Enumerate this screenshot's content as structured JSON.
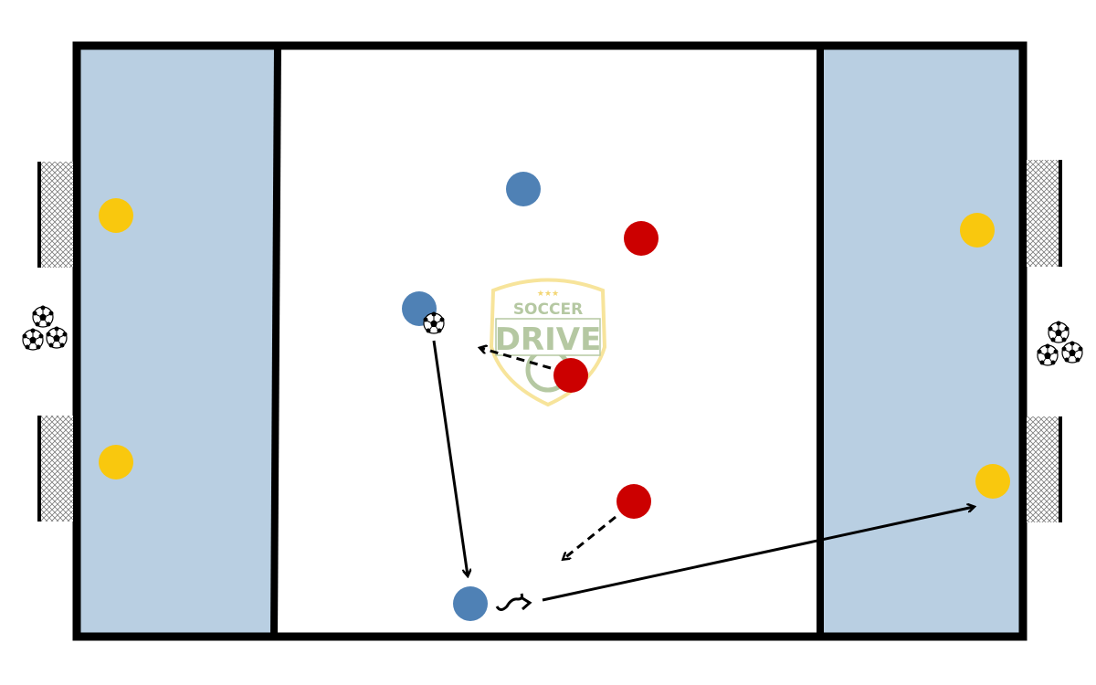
{
  "diagram": {
    "title": "Soccer drill diagram",
    "logo": {
      "line1": "SOCCER",
      "line2": "DRIVE",
      "stars": "★★★"
    },
    "colors": {
      "zone_fill": "#b9cfe2",
      "yellow_player": "#f9c80e",
      "blue_player": "#4f81b5",
      "red_player": "#cc0000",
      "logo_green": "#a9bf92",
      "logo_gold": "#f6e08a"
    }
  }
}
